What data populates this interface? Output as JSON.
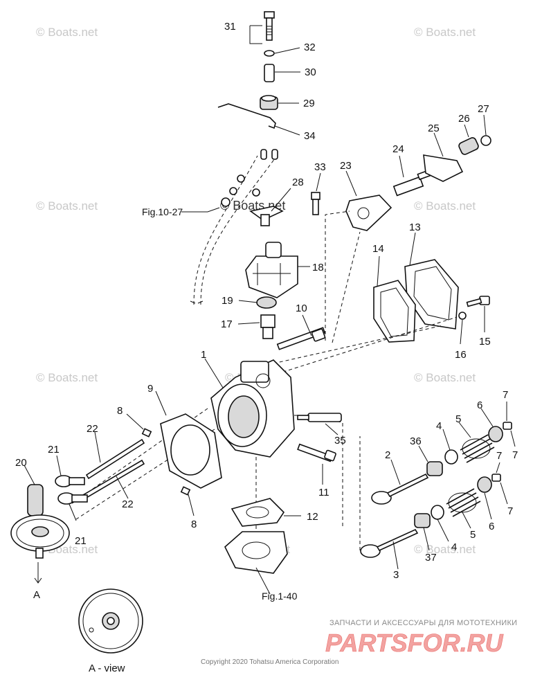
{
  "watermark": "© Boats.net",
  "watermark_center": "© Boats.net",
  "callouts": [
    "31",
    "32",
    "30",
    "29",
    "34",
    "27",
    "26",
    "25",
    "24",
    "23",
    "33",
    "28",
    "18",
    "19",
    "17",
    "10",
    "1",
    "14",
    "13",
    "16",
    "15",
    "9",
    "8",
    "22",
    "21",
    "20",
    "7",
    "6",
    "5",
    "4",
    "36",
    "2",
    "35",
    "11",
    "12",
    "3",
    "37"
  ],
  "labels": {
    "fig_top": "Fig.10-27",
    "fig_bottom": "Fig.1-40",
    "view_arrow": "A",
    "view_title": "A - view"
  },
  "footer": {
    "copyright": "Copyright 2020 Tohatsu America Corporation",
    "brand_tagline": "ЗАПЧАСТИ И АКСЕССУАРЫ ДЛЯ МОТОТЕХНИКИ",
    "brand_logo": "PARTSFOR.RU"
  },
  "colors": {
    "line": "#111111",
    "watermark": "#c8c8c8",
    "brand_red": "#e2322f"
  }
}
